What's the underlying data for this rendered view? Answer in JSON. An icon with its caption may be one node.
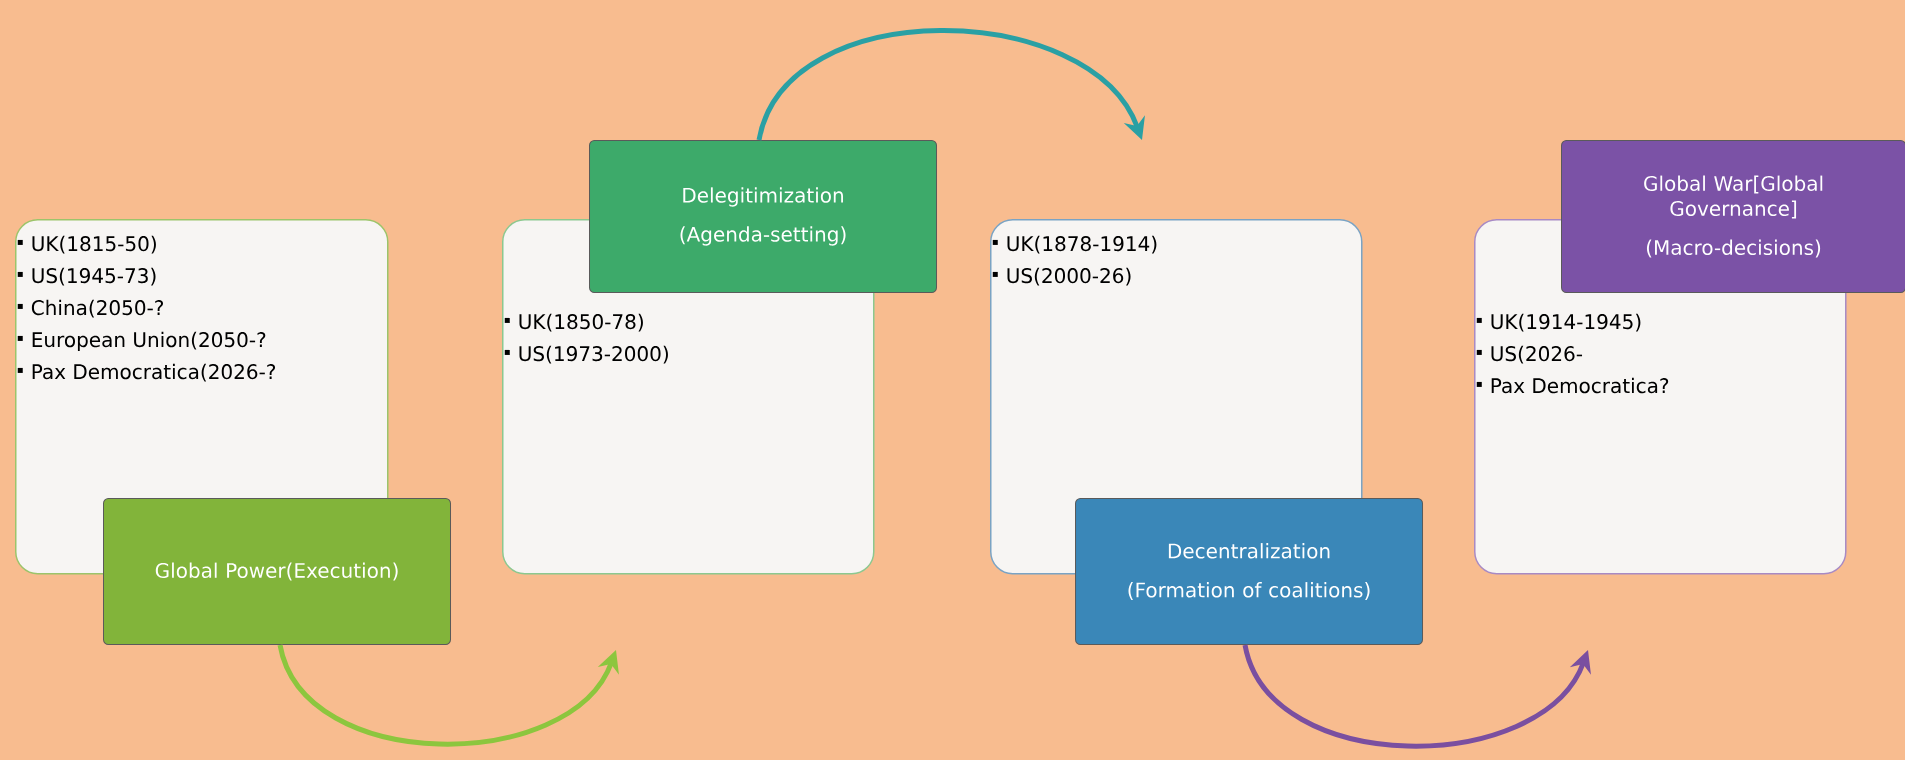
{
  "diagram": {
    "nodes": [
      {
        "text": [
          "UK(1815-50)",
          "US(1945-73)",
          "China(2050-?",
          "European Union(2050-?",
          "Pax Democratica(2026-?"
        ]
      },
      {
        "text": [
          "Global Power(Execution)"
        ]
      },
      {
        "text": [
          "UK(1850-78)",
          "US(1973-2000)"
        ]
      },
      {
        "text": [
          "Delegitimization",
          "(Agenda-setting)"
        ]
      },
      {
        "text": [
          "UK(1878-1914)",
          "US(2000-26)"
        ]
      },
      {
        "text": [
          "Decentralization",
          "(Formation of coalitions)"
        ]
      },
      {
        "text": [
          "UK(1914-1945)",
          "US(2026-",
          "Pax Democratica?"
        ]
      },
      {
        "text": [
          "Global War[Global Governance]",
          "(Macro-decisions)"
        ]
      }
    ],
    "edges": [
      {
        "from": 1,
        "to": null,
        "arrow": "to",
        "color": "#8cc63e"
      },
      {
        "from": 3,
        "to": null,
        "arrow": "to",
        "color": "#2aa0a4"
      },
      {
        "from": 5,
        "to": null,
        "arrow": "to",
        "color": "#7a4fa0"
      }
    ]
  }
}
